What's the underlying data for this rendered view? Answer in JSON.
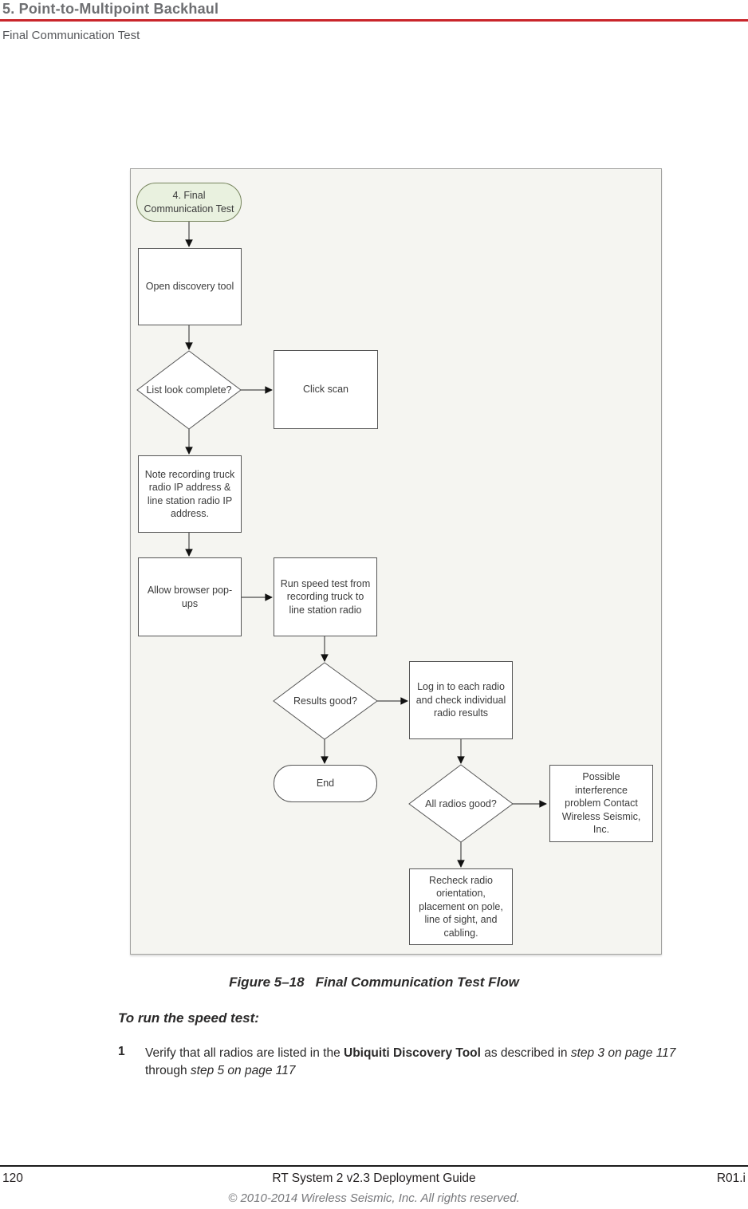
{
  "header": {
    "chapter": "5. Point-to-Multipoint Backhaul",
    "section": "Final Communication Test"
  },
  "figure": {
    "label": "Figure 5–18",
    "title": "Final Communication Test Flow"
  },
  "instructions": {
    "heading": "To run the speed test:",
    "steps": [
      {
        "number": "1",
        "segments": [
          {
            "text": "Verify that all radios are listed in the ",
            "style": "normal"
          },
          {
            "text": "Ubiquiti Discovery Tool",
            "style": "bold"
          },
          {
            "text": " as described in ",
            "style": "normal"
          },
          {
            "text": "step 3 on page 117",
            "style": "italic"
          },
          {
            "text": " through ",
            "style": "normal"
          },
          {
            "text": "step 5 on page 117",
            "style": "italic"
          }
        ]
      }
    ]
  },
  "flowchart": {
    "nodes": [
      {
        "id": "start",
        "type": "terminator",
        "label": "4. Final Communication Test"
      },
      {
        "id": "open-discovery-tool",
        "type": "process",
        "label": "Open discovery tool"
      },
      {
        "id": "list-look-complete",
        "type": "decision",
        "label": "List look complete?"
      },
      {
        "id": "click-scan",
        "type": "process",
        "label": "Click scan"
      },
      {
        "id": "note-ip-addresses",
        "type": "process",
        "label": "Note recording truck radio IP address & line station radio IP address."
      },
      {
        "id": "allow-popups",
        "type": "process",
        "label": "Allow browser pop-ups"
      },
      {
        "id": "run-speed-test",
        "type": "process",
        "label": "Run speed test from recording truck to line station radio"
      },
      {
        "id": "results-good",
        "type": "decision",
        "label": "Results good?"
      },
      {
        "id": "login-each-radio",
        "type": "process",
        "label": "Log in to each radio and check individual radio results"
      },
      {
        "id": "end",
        "type": "terminator",
        "label": "End"
      },
      {
        "id": "all-radios-good",
        "type": "decision",
        "label": "All radios good?"
      },
      {
        "id": "possible-interference",
        "type": "process",
        "label": "Possible interference problem Contact Wireless Seismic, Inc."
      },
      {
        "id": "recheck-radio",
        "type": "process",
        "label": "Recheck radio orientation, placement on pole, line of sight, and cabling."
      }
    ]
  },
  "footer": {
    "page_number": "120",
    "document_title": "RT System 2 v2.3 Deployment Guide",
    "revision": "R01.i",
    "copyright": "© 2010-2014 Wireless Seismic, Inc. All rights reserved."
  },
  "colors": {
    "accent_red": "#c9252b",
    "panel_background": "#f5f5f1",
    "terminator_green": "#e9f1df",
    "header_gray": "#6e6f72"
  }
}
